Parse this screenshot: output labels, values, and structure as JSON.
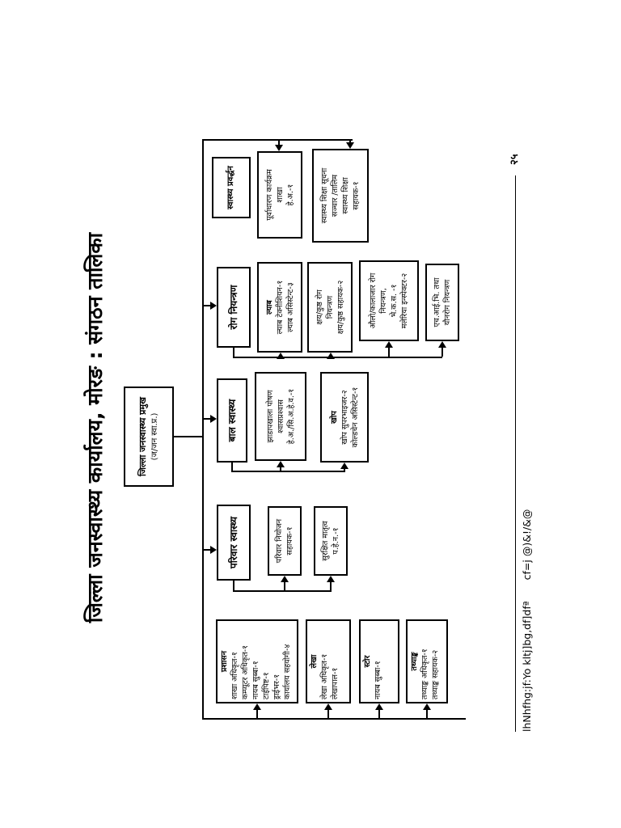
{
  "page": {
    "title": "जिल्ला जनस्वास्थ्य कार्यालय, मोरङ : संगठन तालिका",
    "page_number": "२५",
    "footer_report": "lhNhfhg:jf:Yo kltj]bg,df]dfª",
    "footer_year": "cf=j @)&!/&@"
  },
  "chart": {
    "root": {
      "line1": "जिल्ला जनस्वास्थ्य प्रमुख",
      "line2": "(ज/जन स्वा.प्र.)"
    },
    "admin": {
      "prashasan": {
        "title": "प्रशासन",
        "lines": [
          "शाखा अधिकृत-१",
          "कम्प्यूटर अधिकृत-१",
          "नायब सुब्बा-१",
          "टाईपिष्ट-१",
          "ड्राईभर-१",
          "कार्यालय सहयोगी-४"
        ]
      },
      "lekha": {
        "title": "लेखा",
        "lines": [
          "लेखा अधिकृत-१",
          "लेखापाल-१"
        ]
      },
      "store": {
        "title": "स्टोर",
        "lines": [
          "नायब सुब्बा-१"
        ]
      },
      "tathyanka": {
        "title": "तथ्याङ्क",
        "lines": [
          "तथ्याङ्क अधिकृत-१",
          "तथ्याङ्क सहायक-२"
        ]
      }
    },
    "family": {
      "title": "परिवार स्वास्थ्य",
      "sub1": {
        "lines": [
          "परिवार नियोजन",
          "सहायक-१"
        ]
      },
      "sub2": {
        "lines": [
          "सुरक्षित मातृत्व",
          "प.हे.न.-१"
        ]
      }
    },
    "child": {
      "title": "बाल स्वास्थ्य",
      "sub1": {
        "lines": [
          "झाडापखाला पोषण",
          "श्वासप्रश्वास",
          "हे.अ./सि.अ.हे.व.-१"
        ]
      },
      "sub2": {
        "lines": [
          "खोप",
          "खोप सुपरभाइजर-२",
          "कोल्डचेन असिस्टेन्ट-१"
        ]
      }
    },
    "disease": {
      "title": "रोग नियन्त्रण",
      "sub1": {
        "lines": [
          "ल्याब",
          "ल्याब टेक्नीशियन-१",
          "ल्याब असिस्टेन्ट-३"
        ]
      },
      "sub2": {
        "lines": [
          "क्षय/कुष्ठ रोग",
          "नियन्त्रण",
          "क्षय/कुष्ठ सहायक-२"
        ]
      },
      "sub3": {
        "lines": [
          "औलो/कालाजार रोग",
          "नियन्त्रण,",
          "भे.क.स. -१",
          "मलेरिया इन्स्पेक्टर-२"
        ]
      },
      "sub4": {
        "lines": [
          "एच.आई.भि. तथा",
          "यौनरोग नियन्त्रण"
        ]
      }
    },
    "promotion": {
      "title": "स्वास्थ्य प्रवर्द्धन",
      "sub1": {
        "lines": [
          "पूर्वाधारण कार्यक्रम",
          "शाखा",
          "हे.अ.-१"
        ]
      },
      "sub2": {
        "lines": [
          "स्वास्थ्य शिक्षा सूचना",
          "सञ्चार /तालिम",
          "स्वास्थ्य शिक्षा",
          "सहायक-१"
        ]
      }
    }
  }
}
